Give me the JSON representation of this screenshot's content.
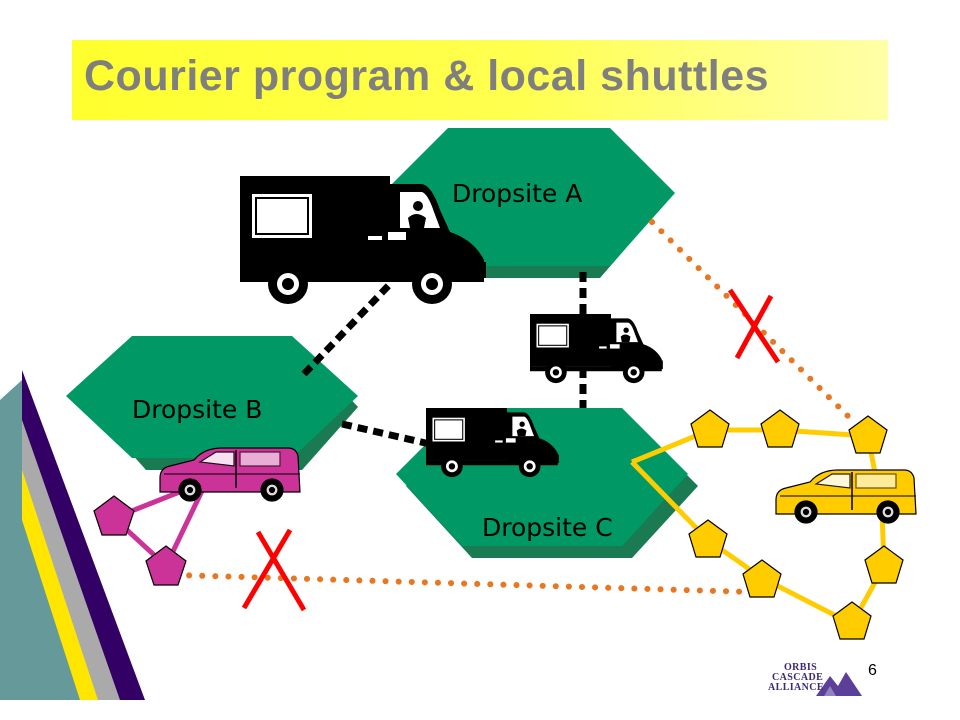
{
  "title": "Courier program & local shuttles",
  "dropsites": {
    "a": {
      "label": "Dropsite A"
    },
    "b": {
      "label": "Dropsite B"
    },
    "c": {
      "label": "Dropsite C"
    }
  },
  "page_number": "6",
  "logo": {
    "line1": "ORBIS",
    "line2": "CASCADE",
    "line3": "ALLIANCE"
  },
  "colors": {
    "title_bg": "#ffff33",
    "title_text": "#7f7f7f",
    "hexagon": "#009966",
    "hexagon_shadow": "#1a7a52",
    "courier_route": "#000000",
    "shuttle_route": "#e87722",
    "cancel_mark": "#ff0000",
    "magenta_network": "#cc3399",
    "gold_network": "#ffcc00",
    "stripe_purple": "#330066",
    "stripe_gray": "#aaaaaa",
    "stripe_yellow": "#ffe600",
    "stripe_teal": "#669999"
  },
  "icons": [
    "large-delivery-truck-icon",
    "small-delivery-truck-icon",
    "minivan-icon",
    "cancel-x-icon",
    "pentagon-node-icon",
    "orbis-cascade-logo"
  ]
}
